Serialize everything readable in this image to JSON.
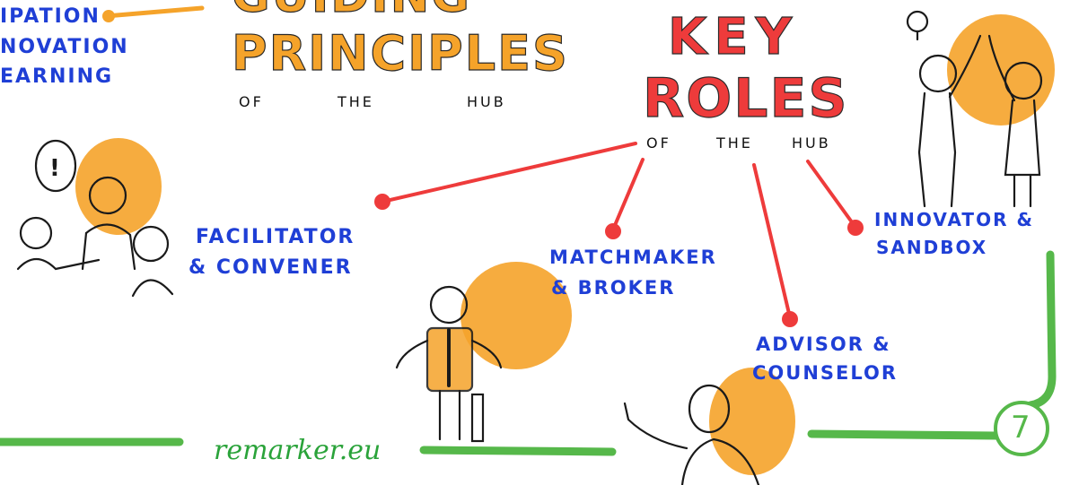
{
  "top_left_list": [
    "IPATION",
    "NOVATION",
    "EARNING"
  ],
  "principles": {
    "title_partial": "GUIDING",
    "title": "PRINCIPLES",
    "of": "OF",
    "the": "THE",
    "hub": "HUB"
  },
  "key_roles": {
    "line1": "KEY",
    "line2": "ROLES",
    "of": "OF",
    "the": "THE",
    "hub": "HUB"
  },
  "roles": {
    "facilitator": [
      "FACILITATOR",
      "& CONVENER"
    ],
    "matchmaker": [
      "MATCHMAKER",
      "& BROKER"
    ],
    "advisor": [
      "ADVISOR &",
      "COUNSELOR"
    ],
    "innovator": [
      "INNOVATOR &",
      "SANDBOX"
    ]
  },
  "signature": "remarker.eu",
  "page_number": "7",
  "colors": {
    "blue": "#1f3fd6",
    "red": "#ee3b3b",
    "orange": "#f5a32a",
    "green": "#56b84a"
  }
}
